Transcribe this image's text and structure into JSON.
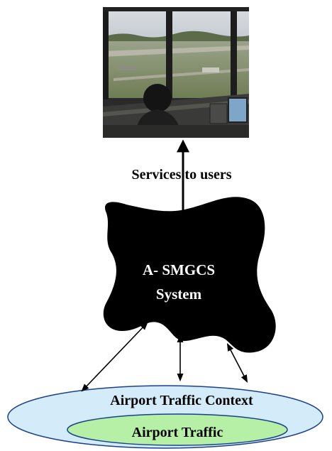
{
  "photo": {
    "subject": "control-tower-operator-viewing-airfield"
  },
  "link_label": "Services to users",
  "system": {
    "line1": "A- SMGCS",
    "line2": "System"
  },
  "context": {
    "outer_label": "Airport Traffic Context",
    "inner_label": "Airport Traffic"
  },
  "colors": {
    "system_blob": "#000000",
    "outer_ellipse_fill": "#d4ecfa",
    "outer_ellipse_stroke": "#1a3f8f",
    "inner_ellipse_fill": "#b6f0a6",
    "inner_ellipse_stroke": "#1a3f8f",
    "label_text": "#000000",
    "system_text": "#ffffff"
  }
}
